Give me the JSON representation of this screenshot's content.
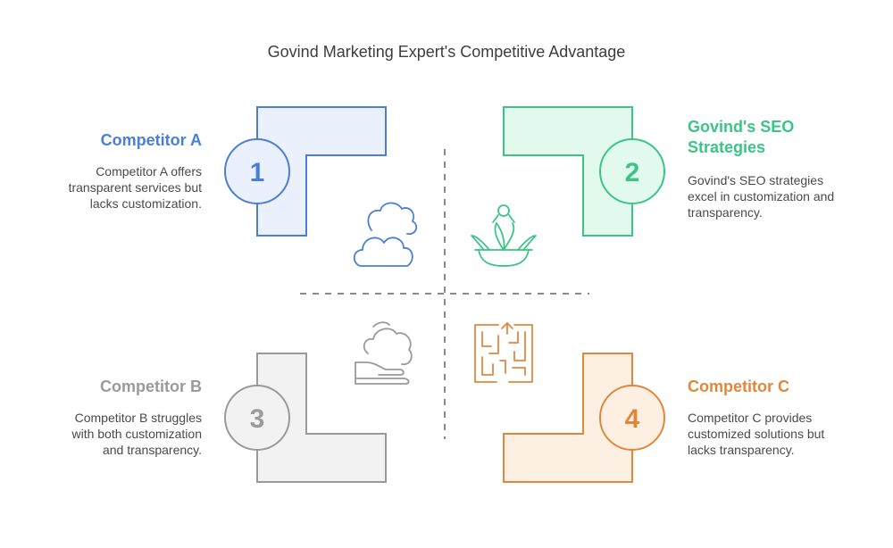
{
  "title": "Govind Marketing Expert's Competitive Advantage",
  "quadrants": [
    {
      "number": "1",
      "title": "Competitor A",
      "description": "Competitor A offers transparent services but lacks customization.",
      "color": "#4a7fd6",
      "fill": "#eaf1fd",
      "icon": "cloud-icon"
    },
    {
      "number": "2",
      "title": "Govind's SEO Strategies",
      "description": "Govind's SEO strategies excel in customization and transparency.",
      "color": "#3cc487",
      "fill": "#e2f9ee",
      "icon": "growing-plant-icon"
    },
    {
      "number": "3",
      "title": "Competitor B",
      "description": "Competitor B struggles with both customization and transparency.",
      "color": "#9a9a9a",
      "fill": "#f2f2f2",
      "icon": "foggy-cloud-icon"
    },
    {
      "number": "4",
      "title": "Competitor C",
      "description": "Competitor C provides customized solutions but lacks transparency.",
      "color": "#e0883a",
      "fill": "#fdf0e3",
      "icon": "maze-icon"
    }
  ]
}
